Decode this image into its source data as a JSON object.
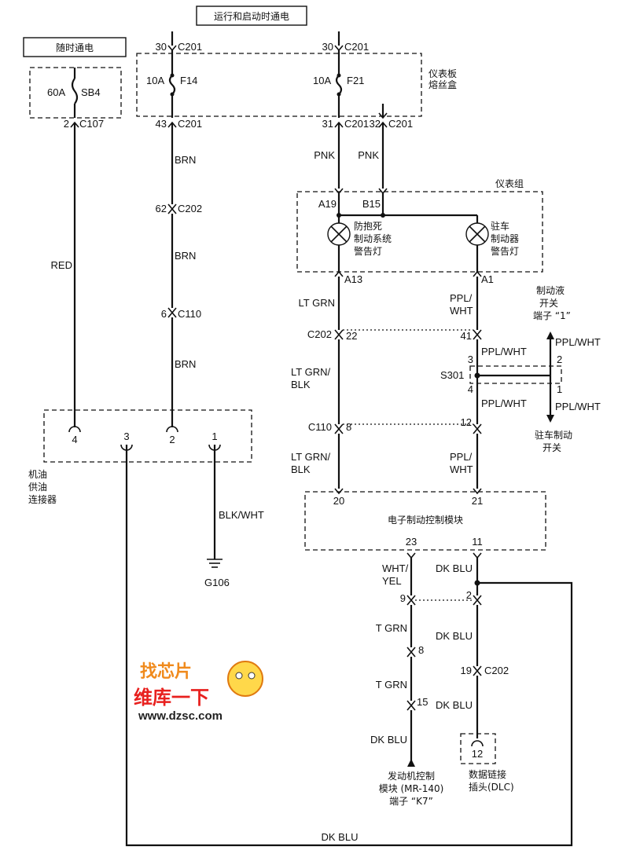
{
  "headers": {
    "always_hot": "随时通电",
    "run_start_hot": "运行和启动时通电"
  },
  "fuse_box": {
    "label_line1": "仪表板",
    "label_line2": "熔丝盒"
  },
  "left_circuit": {
    "fuse_amp": "60A",
    "fuse_name": "SB4",
    "pin_bottom": "2",
    "connector_bottom": "C107",
    "wire": "RED"
  },
  "f14_circuit": {
    "pin_top": "30",
    "connector_top": "C201",
    "fuse_amp": "10A",
    "fuse_name": "F14",
    "pin_bottom": "43",
    "connector_bottom": "C201",
    "wire1": "BRN",
    "c202_pin": "62",
    "c202": "C202",
    "wire2": "BRN",
    "c110_pin": "6",
    "c110": "C110",
    "wire3": "BRN"
  },
  "f21_circuit": {
    "pin_top": "30",
    "connector_top": "C201",
    "fuse_amp": "10A",
    "fuse_name": "F21",
    "pin_31": "31",
    "conn_31": "C201",
    "pin_32": "32",
    "conn_32": "C201",
    "wire_a": "PNK",
    "wire_b": "PNK"
  },
  "cluster": {
    "title": "仪表组",
    "pin_a19": "A19",
    "pin_b15": "B15",
    "pin_a13": "A13",
    "pin_a1": "A1",
    "abs_lamp_l1": "防抱死",
    "abs_lamp_l2": "制动系统",
    "abs_lamp_l3": "警告灯",
    "park_lamp_l1": "驻车",
    "park_lamp_l2": "制动器",
    "park_lamp_l3": "警告灯"
  },
  "left_column": {
    "wire1_l1": "LT GRN",
    "c202": "C202",
    "c202_pin": "22",
    "wire2_l1": "LT GRN/",
    "wire2_l2": "BLK",
    "c110": "C110",
    "c110_pin": "8",
    "wire3_l1": "LT GRN/",
    "wire3_l2": "BLK"
  },
  "right_column": {
    "wire1_l1": "PPL/",
    "wire1_l2": "WHT",
    "c202_pin": "41",
    "wire2": "PPL/WHT",
    "splice": "S301",
    "splice_pin3": "3",
    "splice_pin4": "4",
    "splice_pin2": "2",
    "splice_pin1": "1",
    "wire3": "PPL/WHT",
    "c110_pin": "12",
    "wire4_l1": "PPL/",
    "wire4_l2": "WHT"
  },
  "fluid_switch": {
    "l1": "制动液",
    "l2": "开关",
    "l3": "端子 “1”",
    "wire_top": "PPL/WHT",
    "wire_bottom": "PPL/WHT"
  },
  "park_switch": {
    "l1": "驻车制动",
    "l2": "开关"
  },
  "oil_connector": {
    "l1": "机油",
    "l2": "供油",
    "l3": "连接器",
    "pins": [
      "4",
      "3",
      "2",
      "1"
    ],
    "wire_pin1": "BLK/WHT",
    "ground": "G106"
  },
  "ebcm": {
    "title": "电子制动控制模块",
    "pin_20": "20",
    "pin_21": "21",
    "pin_23": "23",
    "pin_11": "11"
  },
  "lower_left": {
    "wire1_l1": "WHT/",
    "wire1_l2": "YEL",
    "pin_9": "9",
    "wire2": "T GRN",
    "pin_8": "8",
    "wire3": "T GRN",
    "pin_15": "15",
    "wire4": "DK BLU",
    "ecm_l1": "发动机控制",
    "ecm_l2": "模块 (MR-140)",
    "ecm_l3": "端子 “K7”"
  },
  "lower_right": {
    "wire1": "DK BLU",
    "pin_2": "2",
    "wire2": "DK BLU",
    "pin_19": "19",
    "c202": "C202",
    "wire3": "DK BLU",
    "dlc_pin": "12",
    "dlc_l1": "数据链接",
    "dlc_l2": "插头(DLC)"
  },
  "bottom_wire": "DK BLU",
  "watermark": {
    "line1": "找芯片",
    "line2": "维库一下",
    "url": "www.dzsc.com"
  },
  "colors": {
    "line": "#111111",
    "watermark_orange": "#f08a1c",
    "watermark_red": "#e8201e"
  }
}
